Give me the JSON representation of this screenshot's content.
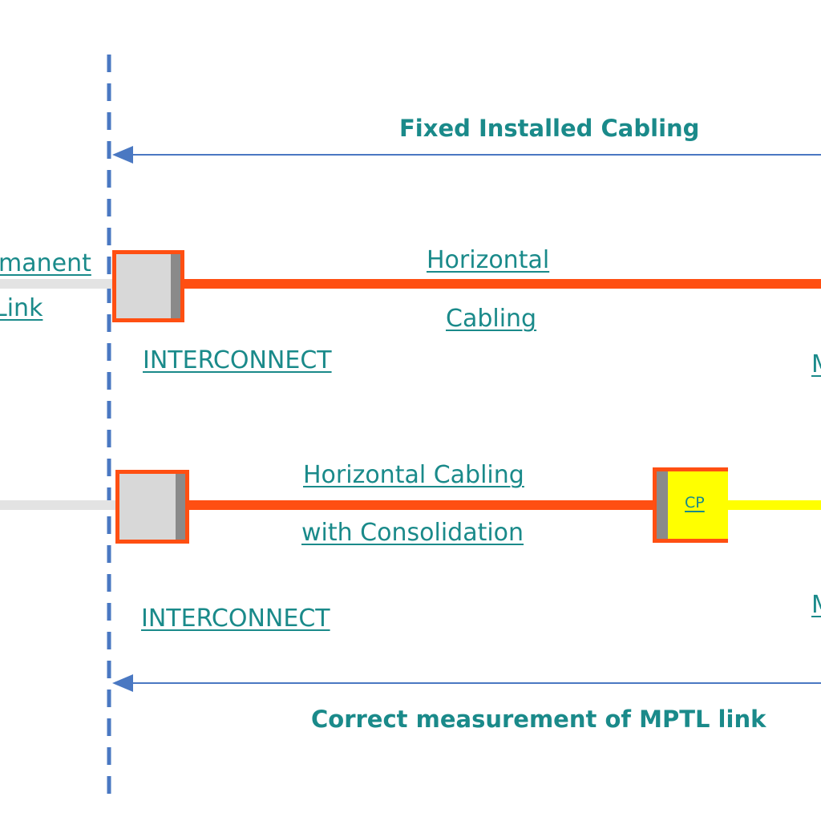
{
  "colors": {
    "teal_text": "#1a8a8a",
    "blue_line": "#4a78c2",
    "orange_cable": "#ff4f12",
    "yellow_cable": "#ffff00",
    "connector_fill": "#d8d8d8",
    "gray_lead": "#e3e3e3"
  },
  "top": {
    "arrow_label": "Fixed Installed Cabling",
    "left_partial_label_1": "manent",
    "left_partial_label_2": "Link",
    "cable_label_1": "Horizontal",
    "cable_label_2": "Cabling",
    "connector_label": "INTERCONNECT",
    "right_partial_label": "M"
  },
  "bottom": {
    "cable_label_1": "Horizontal Cabling",
    "cable_label_2": "with Consolidation",
    "cp_label": "CP",
    "connector_label": "INTERCONNECT",
    "right_partial_label": "M",
    "arrow_label": "Correct measurement of MPTL link"
  }
}
